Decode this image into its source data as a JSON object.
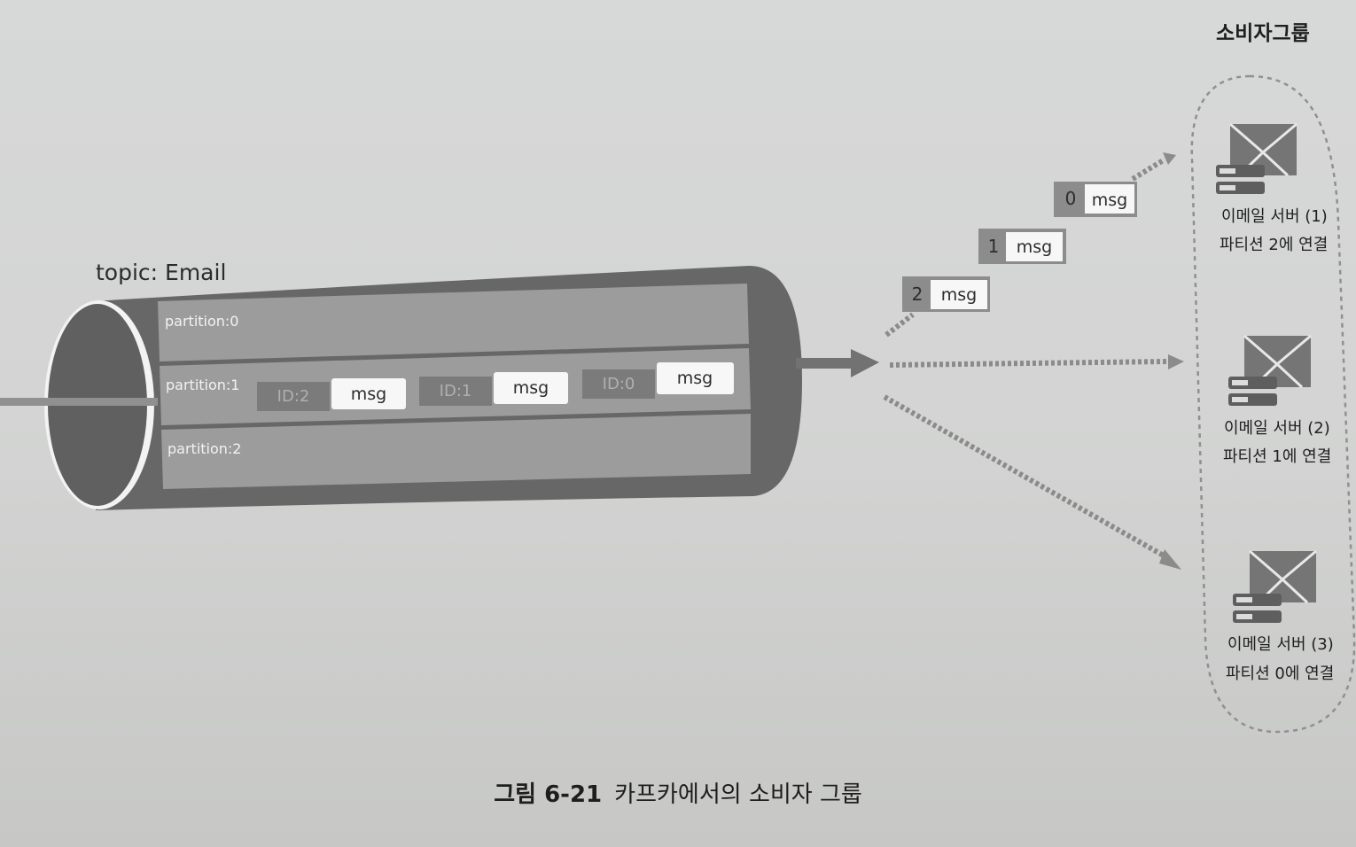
{
  "topic": {
    "label": "topic: Email"
  },
  "partitions": [
    {
      "label": "partition:0"
    },
    {
      "label": "partition:1"
    },
    {
      "label": "partition:2"
    }
  ],
  "partition1_messages": [
    {
      "id": "ID:2",
      "msg": "msg"
    },
    {
      "id": "ID:1",
      "msg": "msg"
    },
    {
      "id": "ID:0",
      "msg": "msg"
    }
  ],
  "flying_messages": [
    {
      "num": "0",
      "msg": "msg"
    },
    {
      "num": "1",
      "msg": "msg"
    },
    {
      "num": "2",
      "msg": "msg"
    }
  ],
  "consumer_group": {
    "title": "소비자그룹",
    "servers": [
      {
        "name": "이메일 서버 (1)",
        "connection": "파티션 2에 연결"
      },
      {
        "name": "이메일 서버 (2)",
        "connection": "파티션 1에 연결"
      },
      {
        "name": "이메일 서버 (3)",
        "connection": "파티션 0에 연결"
      }
    ]
  },
  "caption": {
    "number": "그림 6-21",
    "text": "카프카에서의 소비자 그룹"
  }
}
